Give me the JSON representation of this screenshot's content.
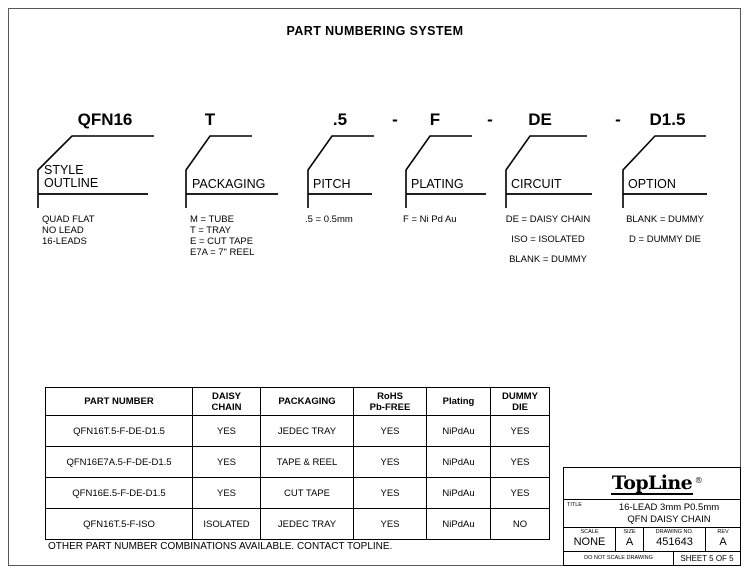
{
  "sheet": {
    "title": "PART NUMBERING SYSTEM",
    "other_note": "OTHER PART NUMBER COMBINATIONS AVAILABLE. CONTACT TOPLINE."
  },
  "part_number_segments": [
    {
      "code": "QFN16",
      "label": "STYLE\nOUTLINE",
      "label_line1": "STYLE",
      "label_line2": "OUTLINE",
      "legend": [
        "QUAD FLAT",
        "NO LEAD",
        "16-LEADS"
      ]
    },
    {
      "code": "T",
      "label_line1": "PACKAGING",
      "label_line2": "",
      "legend": [
        "M = TUBE",
        "T = TRAY",
        "E = CUT TAPE",
        "E7A = 7\" REEL"
      ]
    },
    {
      "code": ".5",
      "label_line1": "PITCH",
      "label_line2": "",
      "legend": [
        ".5 = 0.5mm"
      ]
    },
    {
      "code": "F",
      "label_line1": "PLATING",
      "label_line2": "",
      "legend": [
        "F = Ni Pd Au"
      ]
    },
    {
      "code": "DE",
      "label_line1": "CIRCUIT",
      "label_line2": "",
      "legend": [
        "DE = DAISY CHAIN",
        "ISO = ISOLATED",
        "BLANK = DUMMY"
      ]
    },
    {
      "code": "D1.5",
      "label_line1": "OPTION",
      "label_line2": "",
      "legend": [
        "BLANK = DUMMY",
        "D = DUMMY DIE"
      ]
    }
  ],
  "separators": [
    "-",
    "-",
    "-"
  ],
  "parts_table": {
    "headers": [
      "PART NUMBER",
      "DAISY\nCHAIN",
      "PACKAGING",
      "RoHS\nPb-FREE",
      "Plating",
      "DUMMY\nDIE"
    ],
    "headers_split": [
      [
        "PART NUMBER",
        ""
      ],
      [
        "DAISY",
        "CHAIN"
      ],
      [
        "PACKAGING",
        ""
      ],
      [
        "RoHS",
        "Pb-FREE"
      ],
      [
        "Plating",
        ""
      ],
      [
        "DUMMY",
        "DIE"
      ]
    ],
    "rows": [
      [
        "QFN16T.5-F-DE-D1.5",
        "YES",
        "JEDEC TRAY",
        "YES",
        "NiPdAu",
        "YES"
      ],
      [
        "QFN16E7A.5-F-DE-D1.5",
        "YES",
        "TAPE & REEL",
        "YES",
        "NiPdAu",
        "YES"
      ],
      [
        "QFN16E.5-F-DE-D1.5",
        "YES",
        "CUT TAPE",
        "YES",
        "NiPdAu",
        "YES"
      ],
      [
        "QFN16T.5-F-ISO",
        "ISOLATED",
        "JEDEC TRAY",
        "YES",
        "NiPdAu",
        "NO"
      ]
    ]
  },
  "title_block": {
    "logo": "TopLine",
    "logo_trademark": "®",
    "title_label": "TITLE",
    "title_line1": "16-LEAD 3mm P0.5mm",
    "title_line2": "QFN DAISY CHAIN",
    "scale_label": "SCALE",
    "scale_value": "NONE",
    "size_label": "SIZE",
    "size_value": "A",
    "drawing_label": "DRAWING NO.",
    "drawing_value": "451643",
    "rev_label": "REV",
    "rev_value": "A",
    "do_not_scale": "DO NOT SCALE DRAWING",
    "sheet_number": "SHEET 5 OF 5"
  }
}
